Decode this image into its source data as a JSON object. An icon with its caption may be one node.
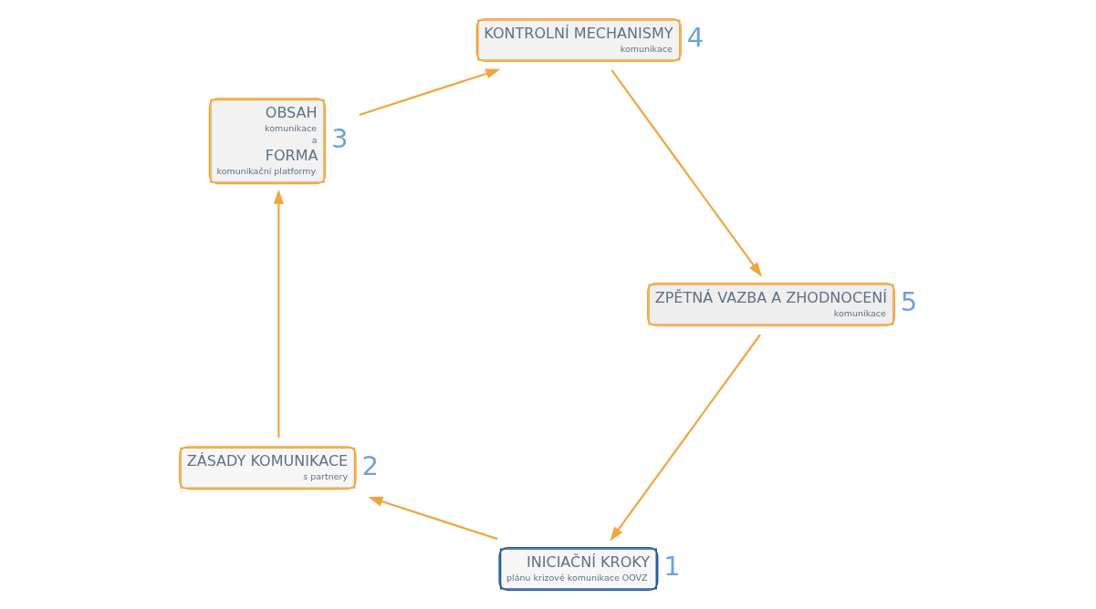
{
  "diagram": {
    "nodes": [
      {
        "text": [
          "INICIAČNÍ KROKY",
          "plánu krizové komunikace OOVZ"
        ],
        "beside": [
          "1"
        ]
      },
      {
        "text": [
          "ZÁSADY KOMUNIKACE",
          "s partnery"
        ],
        "beside": [
          "2"
        ]
      },
      {
        "text": [
          "OBSAH",
          "komunikace",
          "a",
          "FORMA",
          "komunikační platformy"
        ],
        "beside": [
          "3"
        ]
      },
      {
        "text": [
          "KONTROLNÍ MECHANISMY",
          "komunikace"
        ],
        "beside": [
          "4"
        ]
      },
      {
        "text": [
          "ZPĚTNÁ VAZBA A ZHODNOCENÍ",
          "komunikace"
        ],
        "beside": [
          "5"
        ]
      }
    ],
    "edges": [
      {
        "from": 0,
        "to": 1,
        "arrow": "to"
      },
      {
        "from": 1,
        "to": 2,
        "arrow": "to"
      },
      {
        "from": 2,
        "to": 3,
        "arrow": "to"
      },
      {
        "from": 3,
        "to": 4,
        "arrow": "to"
      },
      {
        "from": 4,
        "to": 0,
        "arrow": "to"
      }
    ]
  }
}
